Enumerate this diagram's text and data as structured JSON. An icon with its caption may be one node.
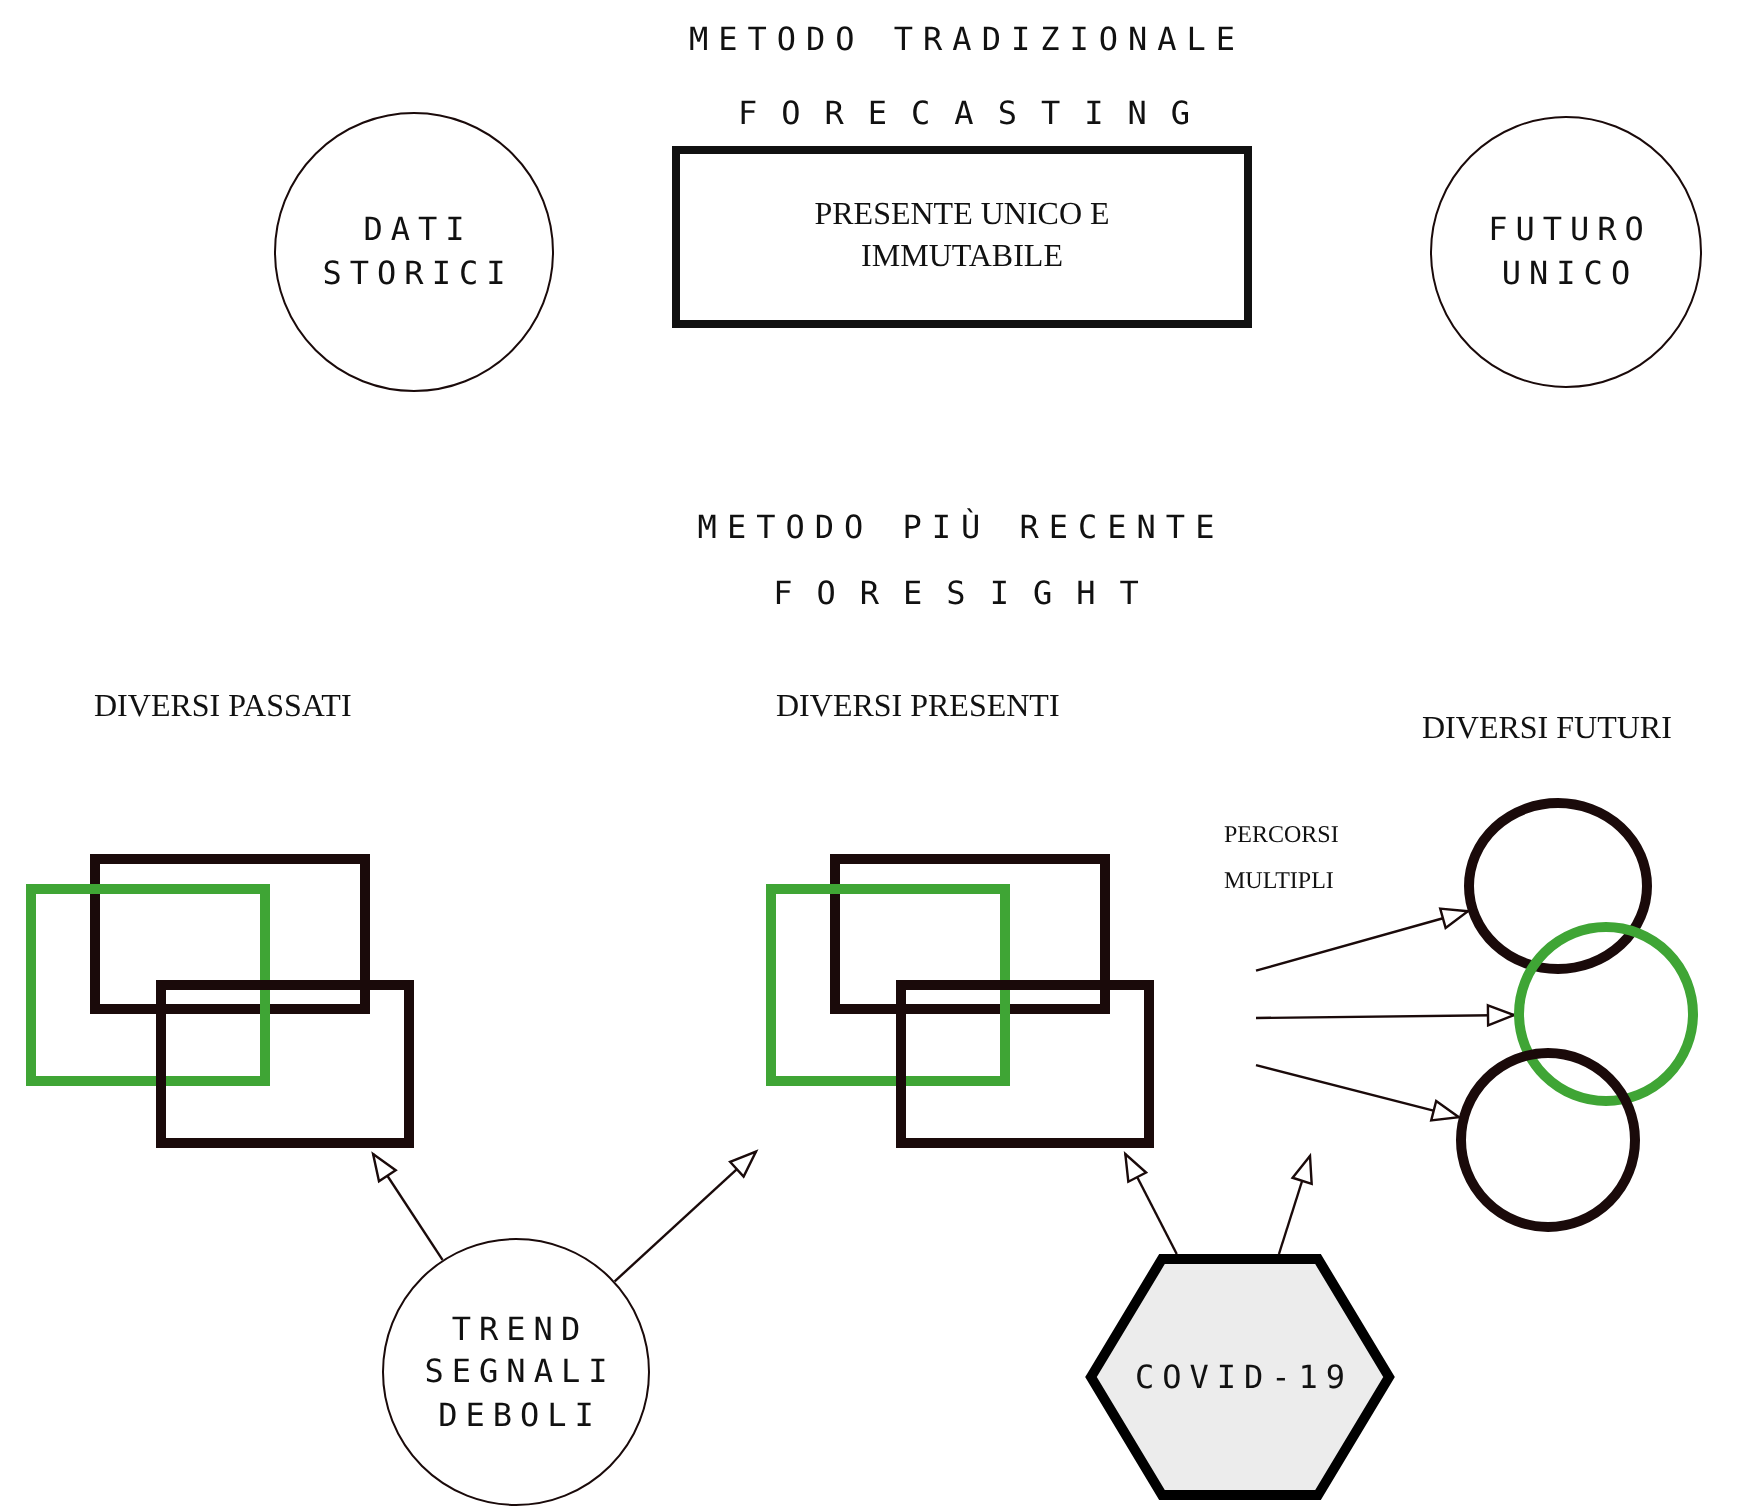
{
  "diagram": {
    "nodes": [
      {
        "text": [
          "DATI STORICI"
        ]
      },
      {
        "text": [
          "PRESENTE UNICO E IMMUTABILE"
        ]
      },
      {
        "text": [
          "FUTURO UNICO"
        ]
      },
      {
        "text": [
          "DIVERSI PASSATI"
        ]
      },
      {
        "text": [
          "DIVERSI PRESENTI"
        ]
      },
      {
        "text": [],
        "shape": "circle"
      },
      {
        "text": [],
        "shape": "circle"
      },
      {
        "text": [],
        "shape": "circle"
      },
      {
        "text": [
          "TREND SEGNALI DEBOLI"
        ]
      },
      {
        "text": [
          "COVID-19"
        ]
      }
    ],
    "edges": [
      {
        "from": 8,
        "to": 3,
        "arrow": "to"
      },
      {
        "from": 8,
        "to": 4,
        "arrow": "to"
      },
      {
        "from": 9,
        "to": 4,
        "arrow": "to"
      },
      {
        "from": 9,
        "to": null,
        "arrow": "to"
      },
      {
        "from": 4,
        "to": 5,
        "arrow": "to"
      },
      {
        "from": 4,
        "to": 6,
        "arrow": "to"
      },
      {
        "from": 4,
        "to": 7,
        "arrow": "to"
      }
    ],
    "labels": [
      "METODO TRADIZIONALE",
      "FORECASTING",
      "METODO PIÙ RECENTE",
      "FORESIGHT",
      "DIVERSI FUTURI",
      "PERCORSI MULTIPLI"
    ]
  }
}
